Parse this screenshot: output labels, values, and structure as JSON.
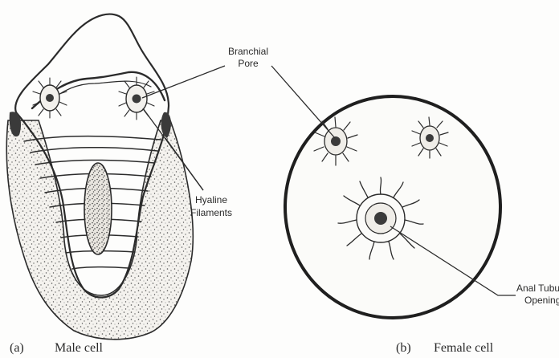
{
  "figure": {
    "male": {
      "caption_letter": "(a)",
      "caption_text": "Male cell"
    },
    "female": {
      "caption_letter": "(b)",
      "caption_text": "Female cell"
    },
    "labels": {
      "branchial_pore_line1": "Branchial",
      "branchial_pore_line2": "Pore",
      "hyaline_line1": "Hyaline",
      "hyaline_line2": "Filaments",
      "anal_line1": "Anal Tubular",
      "anal_line2": "Opening"
    }
  }
}
